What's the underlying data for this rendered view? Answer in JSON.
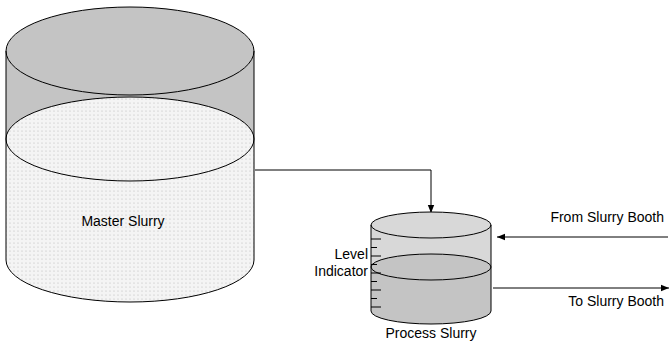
{
  "diagram": {
    "nodes": [
      {
        "text": [
          "Master Slurry"
        ]
      },
      {
        "text": [
          "Process Slurry"
        ]
      }
    ],
    "edges": [
      {
        "from": 0,
        "to": 1,
        "arrow": "to"
      }
    ],
    "labels": [
      "Level Indicator",
      "From Slurry Booth",
      "To Slurry Booth"
    ]
  }
}
